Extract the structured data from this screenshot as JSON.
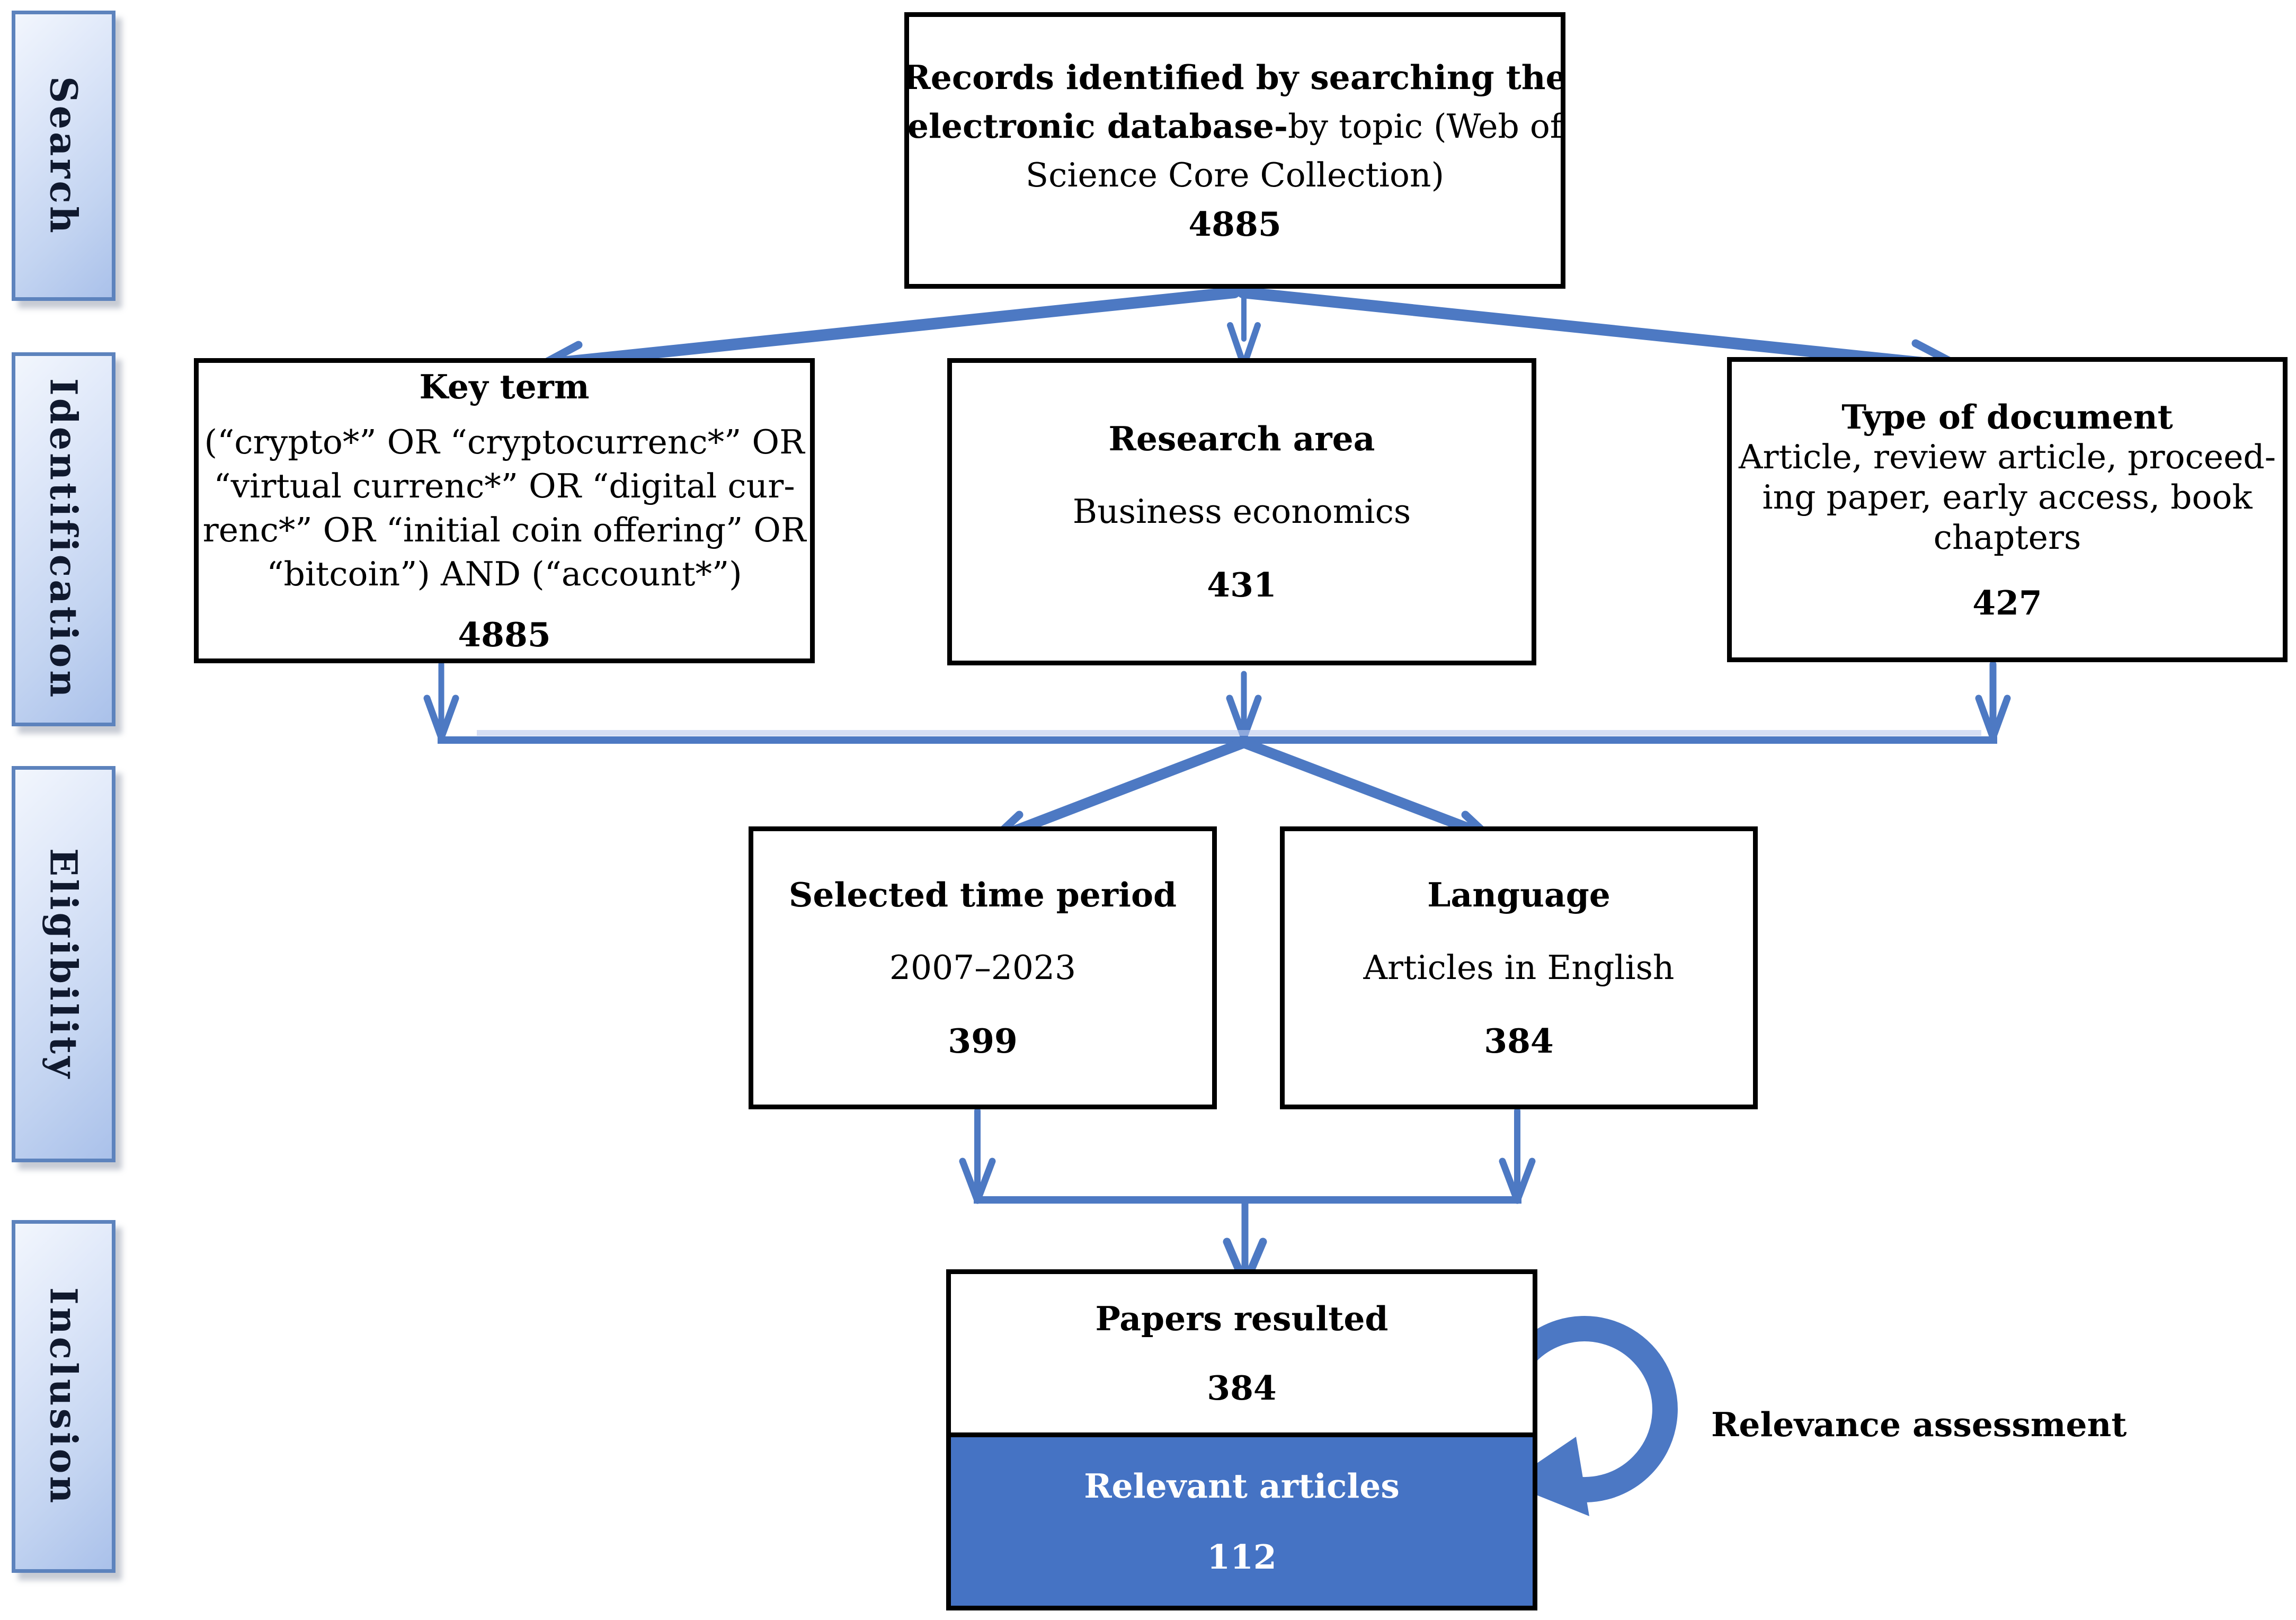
{
  "diagram": {
    "stages": [
      {
        "label": "Search"
      },
      {
        "label": "Identification"
      },
      {
        "label": "Eligibility"
      },
      {
        "label": "Inclusion"
      }
    ],
    "records": {
      "line1_bold": "Records identified by searching the",
      "line2_bold": "electronic database-",
      "line2_regular": "by topic (Web of",
      "line3_regular": "Science Core Collection)",
      "count": "4885"
    },
    "key_term": {
      "title": "Key term",
      "lines": [
        "(“crypto*” OR “cryptocurrenc*” OR",
        "“virtual currenc*” OR “digital cur-",
        "renc*” OR “initial coin offering” OR",
        "“bitcoin”) AND (“account*”)"
      ],
      "count": "4885"
    },
    "research_area": {
      "title": "Research area",
      "body": "Business economics",
      "count": "431"
    },
    "type_of_document": {
      "title": "Type of document",
      "lines": [
        "Article, review article, proceed-",
        "ing paper, early access, book",
        "chapters"
      ],
      "count": "427"
    },
    "time_period": {
      "title": "Selected time period",
      "body": "2007–2023",
      "count": "399"
    },
    "language": {
      "title": "Language",
      "body": "Articles in English",
      "count": "384"
    },
    "papers_resulted": {
      "title": "Papers resulted",
      "count": "384"
    },
    "relevant_articles": {
      "title": "Relevant articles",
      "count": "112"
    },
    "annotations": {
      "relevance": "Relevance assessment"
    },
    "colors": {
      "arrow_blue": "#4d79c3",
      "fill_blue": "#4573c4",
      "stage_border": "#5d83bd",
      "box_border": "#000000"
    }
  }
}
